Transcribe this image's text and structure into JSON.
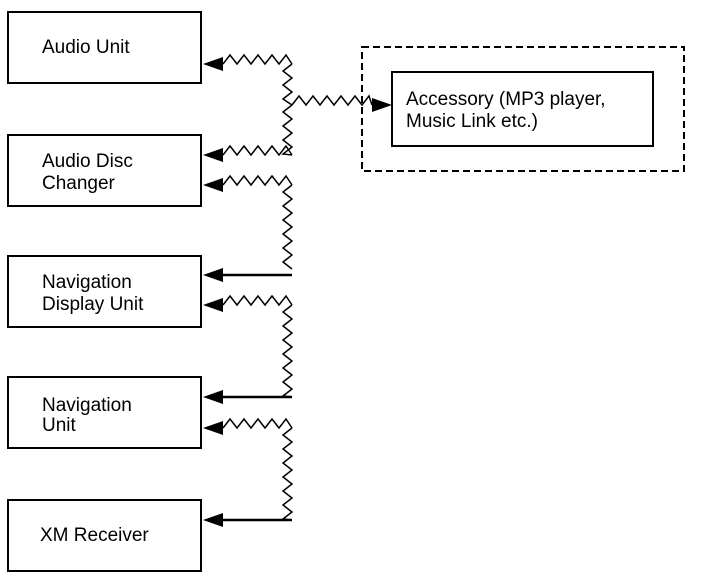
{
  "boxes": {
    "audio_unit": [
      "Audio Unit"
    ],
    "audio_disc_changer": [
      "Audio Disc",
      "Changer"
    ],
    "navigation_display_unit": [
      "Navigation",
      "Display Unit"
    ],
    "navigation_unit": [
      "Navigation",
      "Unit"
    ],
    "xm_receiver": [
      "XM Receiver"
    ],
    "accessory": [
      "Accessory (MP3 player,",
      "Music Link etc.)"
    ]
  }
}
